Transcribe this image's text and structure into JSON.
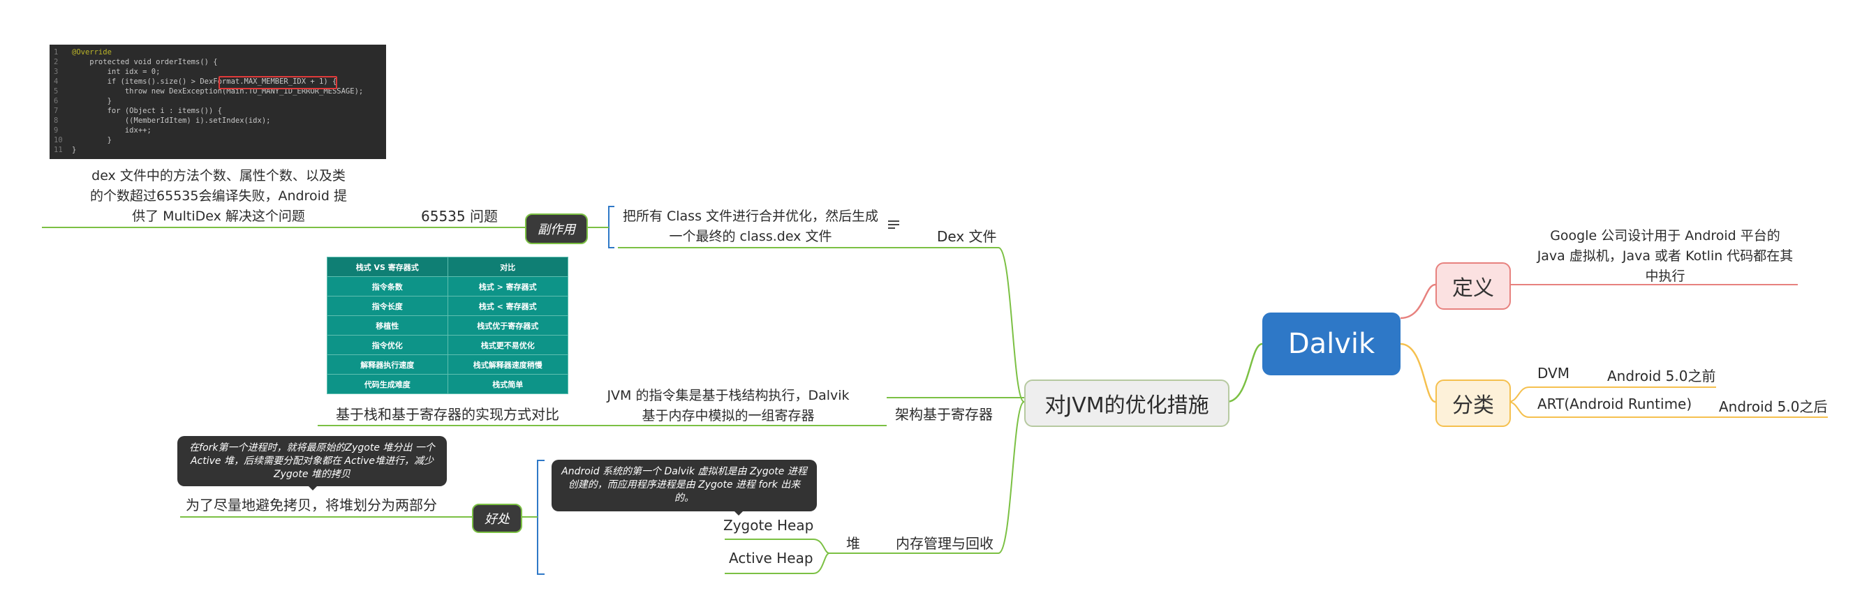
{
  "root": {
    "label": "Dalvik"
  },
  "definition": {
    "label": "定义",
    "text": "Google 公司设计用于 Android 平台的 Java 虚拟机，Java 或者 Kotlin 代码都在其中执行"
  },
  "classification": {
    "label": "分类",
    "items": [
      {
        "name": "DVM",
        "detail": "Android 5.0之前"
      },
      {
        "name": "ART(Android Runtime)",
        "detail": "Android 5.0之后"
      }
    ]
  },
  "optimization": {
    "label": "对JVM的优化措施",
    "dex": {
      "label": "Dex 文件",
      "text": "把所有 Class 文件进行合并优化，然后生成一个最终的 class.dex 文件",
      "side_effect_tag": "副作用",
      "limit_label": "65535 问题",
      "limit_text": "dex 文件中的方法个数、属性个数、以及类的个数超过65535会编译失败，Android 提供了 MultiDex 解决这个问题",
      "code_lines": [
        "@Override",
        "    protected void orderItems() {",
        "        int idx = 0;",
        "        if (items().size() > DexFormat.MAX_MEMBER_IDX + 1) {",
        "            throw new DexException(Main.TO_MANY_ID_ERROR_MESSAGE);",
        "        }",
        "        for (Object i : items()) {",
        "            ((MemberIdItem) i).setIndex(idx);",
        "            idx++;",
        "        }",
        "}"
      ],
      "code_highlight": "DexFormat.MAX_MEMBER_IDX"
    },
    "register": {
      "label": "架构基于寄存器",
      "text": "JVM 的指令集是基于栈结构执行，Dalvik 基于内存中模拟的一组寄存器",
      "compare_label": "基于栈和基于寄存器的实现方式对比",
      "table": {
        "headers": [
          "栈式 VS 寄存器式",
          "对比"
        ],
        "rows": [
          [
            "指令条数",
            "栈式 > 寄存器式"
          ],
          [
            "指令长度",
            "栈式 < 寄存器式"
          ],
          [
            "移植性",
            "栈式优于寄存器式"
          ],
          [
            "指令优化",
            "栈式更不易优化"
          ],
          [
            "解释器执行速度",
            "栈式解释器速度稍慢"
          ],
          [
            "代码生成难度",
            "栈式简单"
          ]
        ]
      }
    },
    "memory": {
      "label": "内存管理与回收",
      "heap_label": "堆",
      "zygote_heap": "Zygote Heap",
      "active_heap": "Active Heap",
      "zygote_note": "Android 系统的第一个 Dalvik 虚拟机是由 Zygote 进程创建的，而应用程序进程是由 Zygote 进程 fork 出来的。",
      "benefit_tag": "好处",
      "benefit_text": "为了尽量地避免拷贝，将堆划分为两部分",
      "benefit_note": "在fork第一个进程时，就将最原始的Zygote 堆分出 一个 Active 堆，后续需要分配对象都在 Active堆进行，减少 Zygote 堆的拷贝"
    }
  },
  "colors": {
    "root": "#2e78c7",
    "green_line": "#7bc043",
    "red_line": "#e7817e",
    "yellow_line": "#f5c04e",
    "blue_bracket": "#2e78c7",
    "table": "#0d9488"
  }
}
